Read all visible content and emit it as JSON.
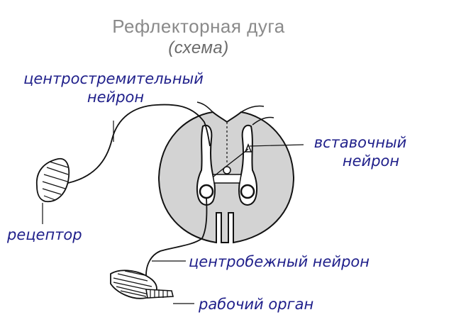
{
  "title": "Рефлекторная дуга",
  "subtitle": "(схема)",
  "labels": {
    "afferent_line1": "центростремительный",
    "afferent_line2": "нейрон",
    "interneuron_line1": "вставочный",
    "interneuron_line2": "нейрон",
    "receptor": "рецептор",
    "efferent": "центробежный нейрон",
    "effector": "рабочий орган"
  },
  "colors": {
    "spinal_cord": "#d3d3d3",
    "outline": "#111111",
    "label_text": "#1f1f8a",
    "title_text": "#8a8a8a"
  }
}
